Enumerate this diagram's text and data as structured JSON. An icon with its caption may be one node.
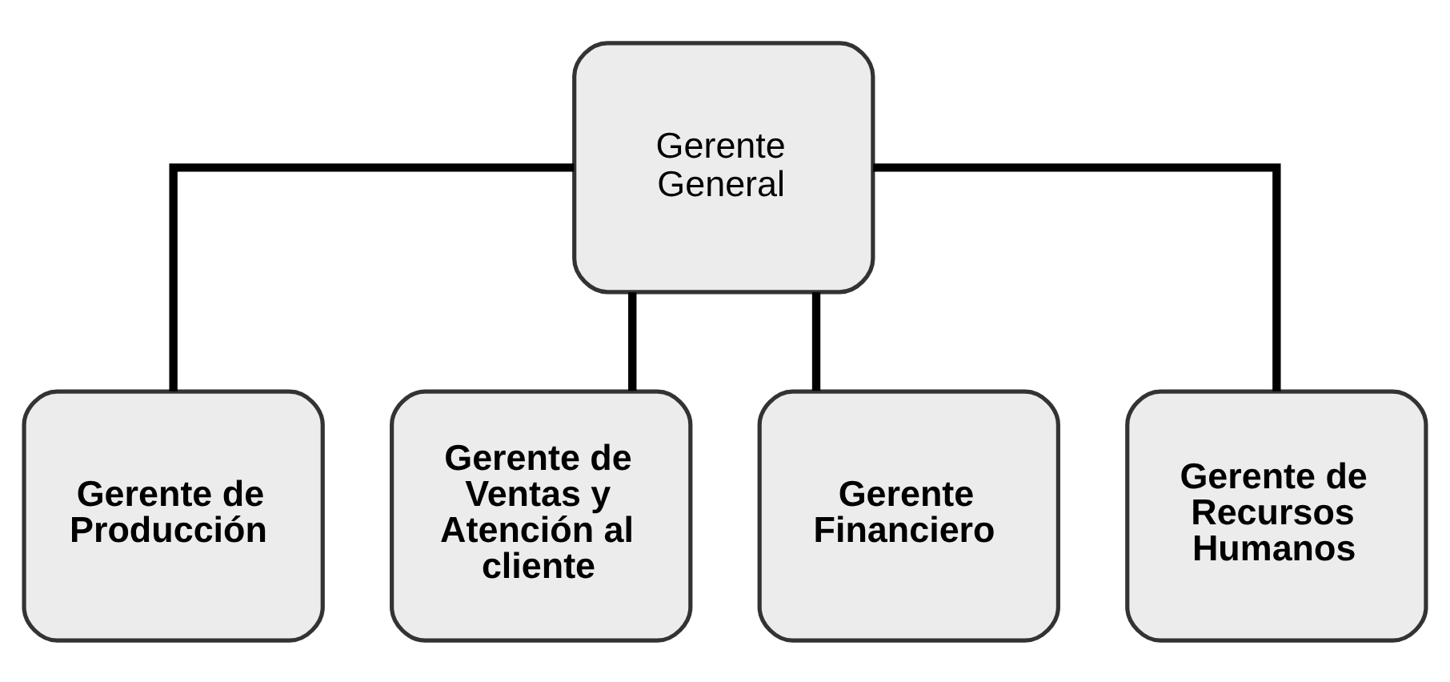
{
  "diagram": {
    "nodes": [
      {
        "text": [
          "Gerente General"
        ]
      },
      {
        "text": [
          "Gerente de Producción"
        ]
      },
      {
        "text": [
          "Gerente de Ventas y Atención al cliente"
        ]
      },
      {
        "text": [
          "Gerente Financiero"
        ]
      },
      {
        "text": [
          "Gerente de Recursos Humanos"
        ]
      }
    ],
    "edges": [
      {
        "from": 0,
        "to": 1,
        "arrow": "none"
      },
      {
        "from": 0,
        "to": 2,
        "arrow": "none"
      },
      {
        "from": 0,
        "to": 3,
        "arrow": "none"
      },
      {
        "from": 0,
        "to": 4,
        "arrow": "none"
      }
    ]
  }
}
